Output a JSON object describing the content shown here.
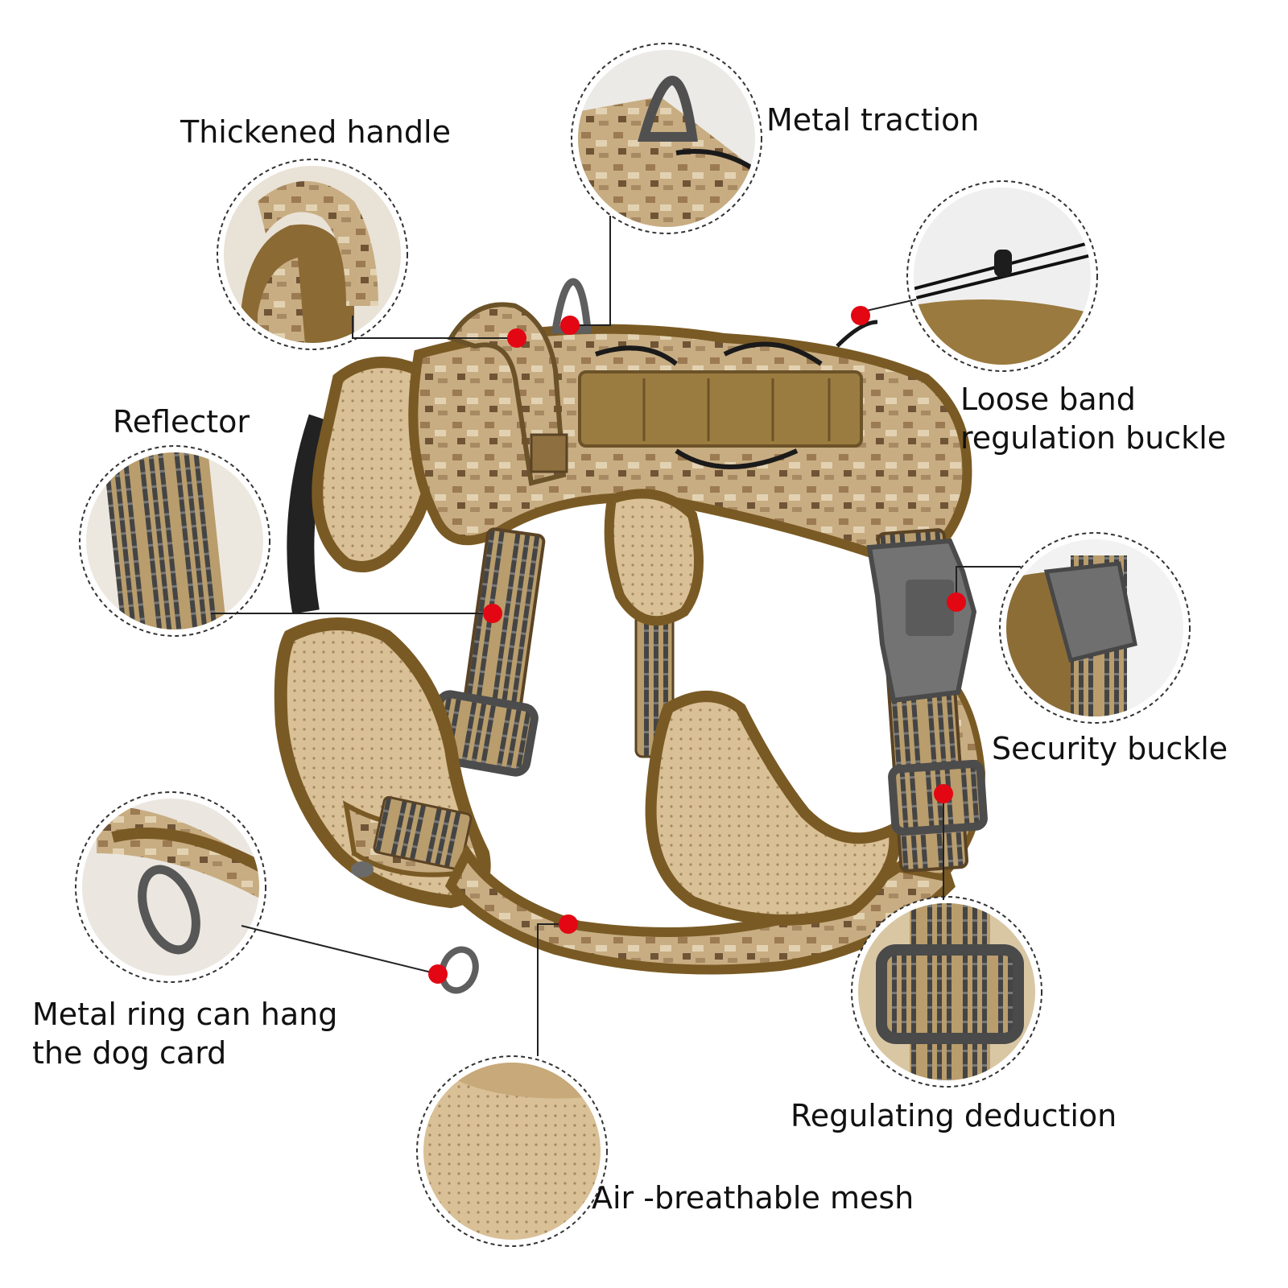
{
  "callouts": {
    "thickened_handle": "Thickened handle",
    "metal_traction": "Metal traction",
    "loose_band": [
      "Loose band",
      "regulation buckle"
    ],
    "reflector": "Reflector",
    "security_buckle": "Security buckle",
    "metal_ring": [
      "Metal ring can hang",
      "the dog card"
    ],
    "regulating_deduction": "Regulating deduction",
    "breathable_mesh": "Air -breathable mesh"
  },
  "colors": {
    "marker": "#e30613",
    "harness_brown": "#8a6a2c",
    "harness_tan": "#c9ab7a",
    "mesh": "#d8bf92",
    "webbing": "#b59a6a",
    "hardware": "#6e6e6e"
  }
}
